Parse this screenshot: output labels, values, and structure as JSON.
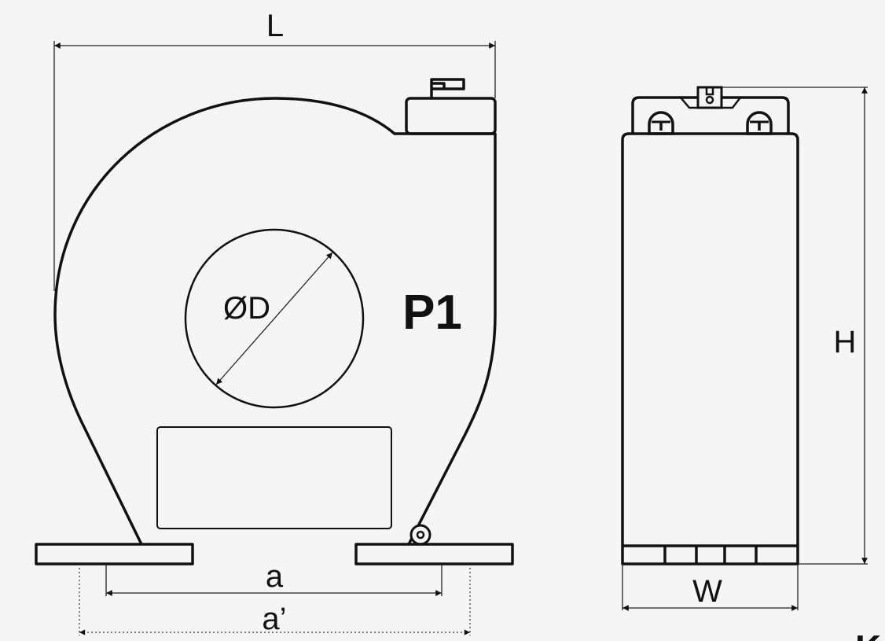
{
  "front_view": {
    "dimension_length": "L",
    "dimension_diameter": "ØD",
    "model_label": "P1",
    "dimension_a": "a",
    "dimension_a_prime": "a’"
  },
  "side_view": {
    "dimension_height": "H",
    "dimension_width": "W"
  },
  "cropped_corner_text": "K"
}
